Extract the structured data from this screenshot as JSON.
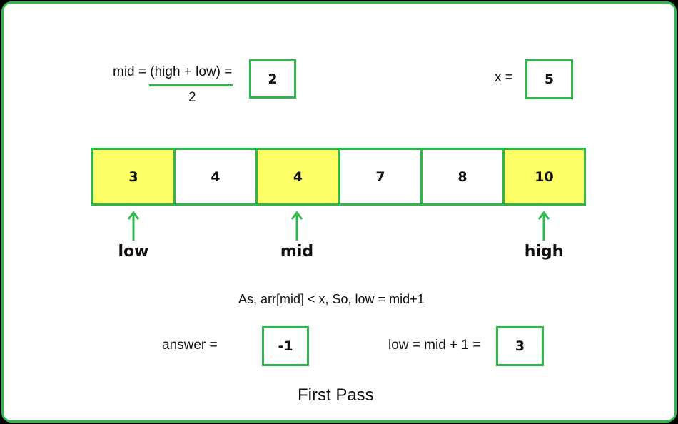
{
  "formula": {
    "numerator": "mid = (high + low) =",
    "denominator": "2",
    "mid_value": "2"
  },
  "target": {
    "label": "x =",
    "value": "5"
  },
  "array": {
    "cells": [
      {
        "value": "3",
        "highlighted": true
      },
      {
        "value": "4",
        "highlighted": false
      },
      {
        "value": "4",
        "highlighted": true
      },
      {
        "value": "7",
        "highlighted": false
      },
      {
        "value": "8",
        "highlighted": false
      },
      {
        "value": "10",
        "highlighted": true
      }
    ],
    "highlight_color": "#ffff66",
    "border_color": "#2eb84b"
  },
  "pointers": {
    "low": "low",
    "mid": "mid",
    "high": "high"
  },
  "condition": "As, arr[mid] < x, So, low = mid+1",
  "answer": {
    "label": "answer =",
    "value": "-1"
  },
  "update": {
    "label": "low = mid + 1 =",
    "value": "3"
  },
  "caption": "First Pass"
}
